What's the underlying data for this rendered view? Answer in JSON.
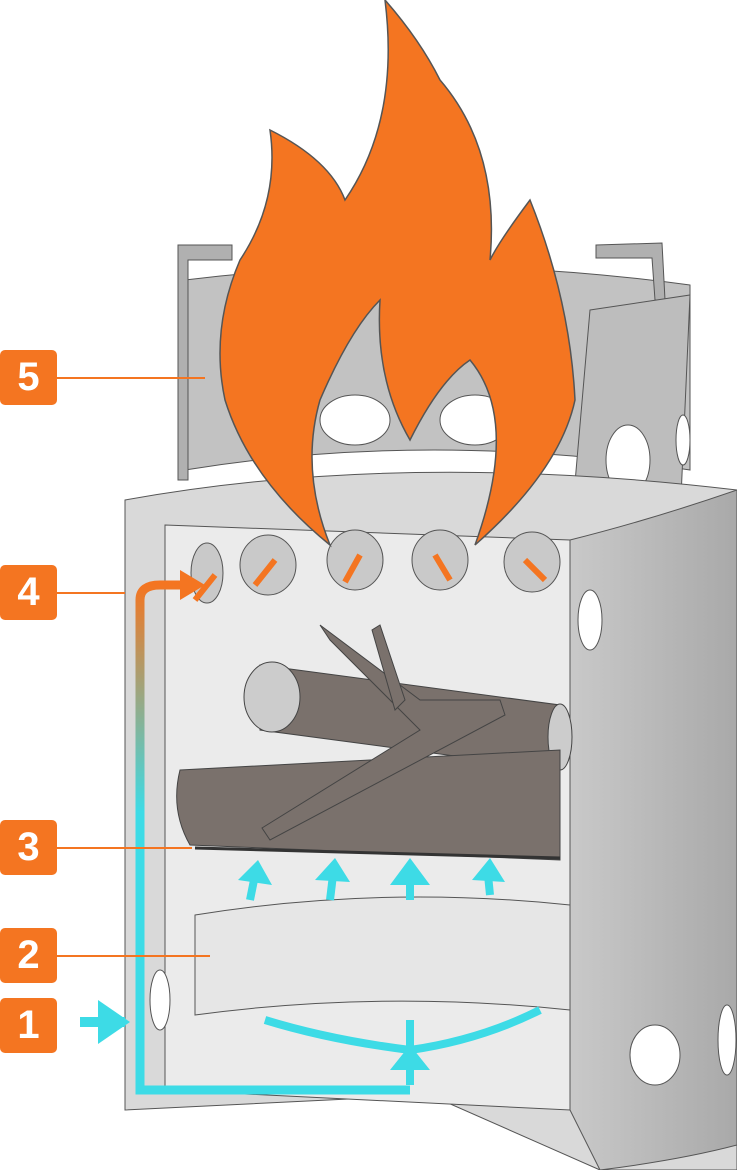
{
  "labels": [
    {
      "number": "1",
      "part": "air-intake"
    },
    {
      "number": "2",
      "part": "ash-pan"
    },
    {
      "number": "3",
      "part": "fuel-grate"
    },
    {
      "number": "4",
      "part": "secondary-air-holes"
    },
    {
      "number": "5",
      "part": "pot-stand"
    }
  ],
  "colors": {
    "accent": "#f47521",
    "airflow": "#3ddbe6",
    "steel": "#b5b5b5",
    "wood": "#7a716c"
  }
}
